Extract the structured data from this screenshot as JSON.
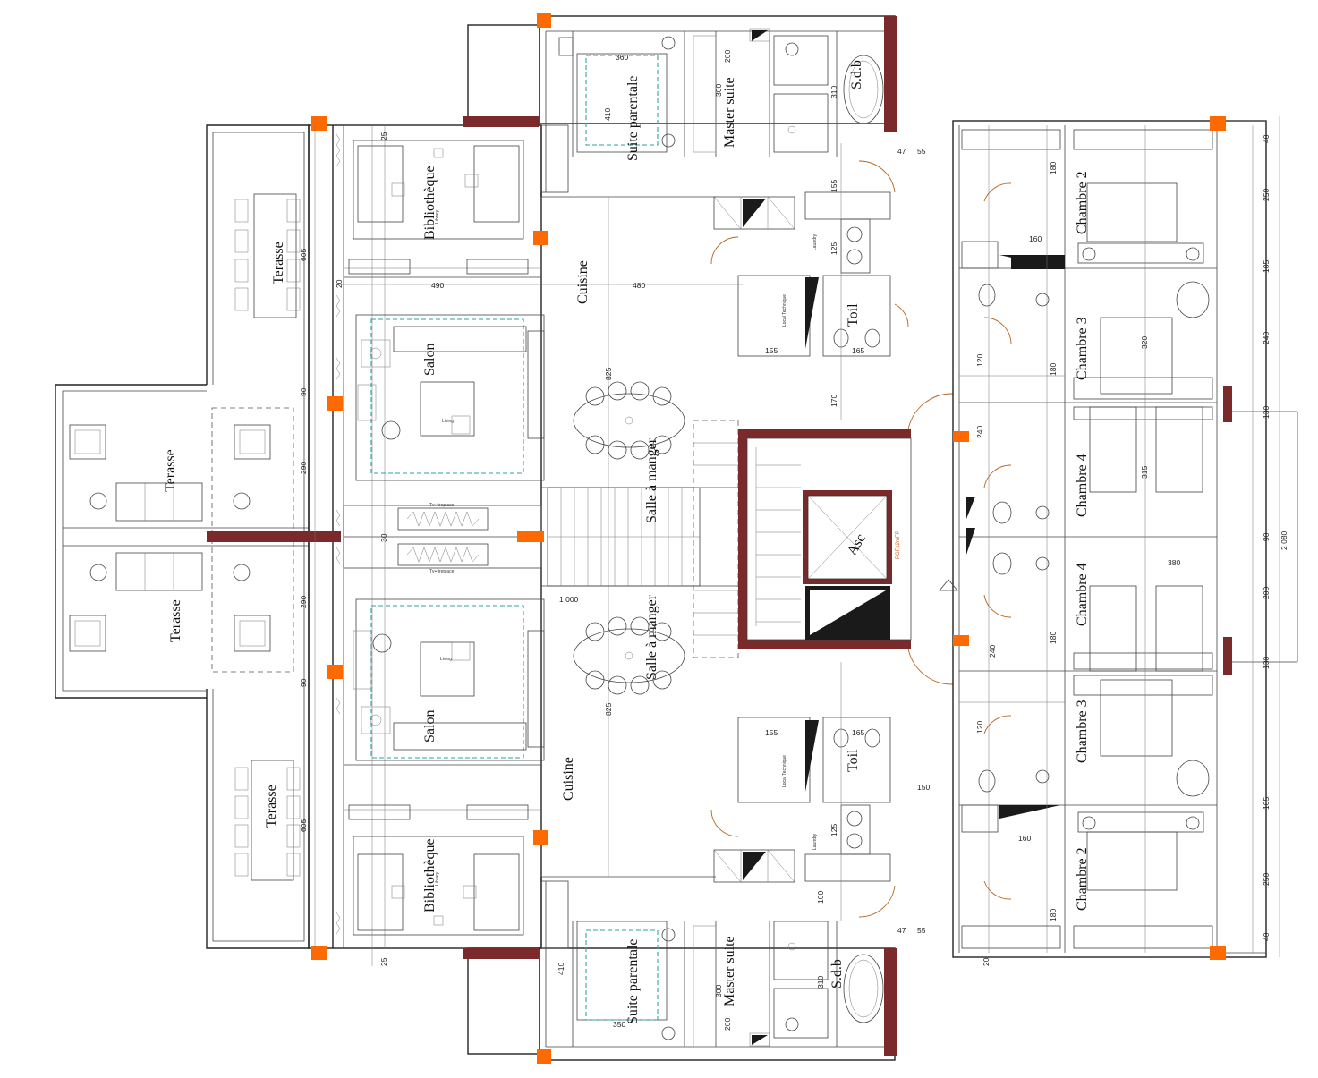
{
  "colors": {
    "column_accent": "#ff6a00",
    "wall_fill": "#7a2a2a",
    "dashed_accent": "#2aa6a6",
    "door_arc": "#b5651d"
  },
  "rooms": {
    "terasse_top": "Terasse",
    "terasse_mid_a": "Terasse",
    "terasse_mid_b": "Terasse",
    "terasse_bottom": "Terasse",
    "bibliotheque_top": "Bibliothèque",
    "bibliotheque_bottom": "Bibliothèque",
    "salon_top": "Salon",
    "salon_bottom": "Salon",
    "cuisine_top": "Cuisine",
    "cuisine_bottom": "Cuisine",
    "salle_top": "Salle à manger",
    "salle_bottom": "Salle à manger",
    "suite_top": "Suite parentale",
    "suite_bottom": "Suite parentale",
    "master_top": "Master suite",
    "master_bottom": "Master suite",
    "sdb_top": "S.d.b",
    "sdb_bottom": "S.d.b",
    "toil_top": "Toil",
    "toil_bottom": "Toil",
    "asc": "Asc",
    "chambre2_top": "Chambre 2",
    "chambre3_top": "Chambre 3",
    "chambre4_top": "Chambre 4",
    "chambre4_bottom": "Chambre 4",
    "chambre3_bottom": "Chambre 3",
    "chambre2_bottom": "Chambre 2"
  },
  "small_labels": {
    "living": "Living",
    "library": "Library",
    "tv_fireplace": "Tv+fireplace",
    "laundry": "Laundry",
    "local_technique": "Local Technique",
    "pgf": "PGF12mFP"
  },
  "dimensions": {
    "d605a": "605",
    "d490": "490",
    "d480": "480",
    "d825a": "825",
    "d1000": "1 000",
    "d825b": "825",
    "d90a": "90",
    "d290a": "290",
    "d30": "30",
    "d290b": "290",
    "d90b": "90",
    "d605b": "605",
    "d25a": "25",
    "d25b": "25",
    "d410a": "410",
    "d410b": "410",
    "d300a": "300",
    "d300b": "300",
    "d200a": "200",
    "d200b": "200",
    "d360": "360",
    "d350": "350",
    "d310a": "310",
    "d310b": "310",
    "d155a": "155",
    "d155b": "155",
    "d155c": "155",
    "d170": "170",
    "d165a": "165",
    "d165b": "165",
    "d125a": "125",
    "d125b": "125",
    "d100": "100",
    "d150": "150",
    "d160a": "160",
    "d160b": "160",
    "d180a": "180",
    "d180b": "180",
    "d180c": "180",
    "d180d": "180",
    "d120a": "120",
    "d120b": "120",
    "d240a": "240",
    "d240b": "240",
    "d320": "320",
    "d315": "315",
    "d380": "380",
    "d250a": "250",
    "d250b": "250",
    "d105a": "105",
    "d105b": "105",
    "d240c": "240",
    "d200c": "200",
    "d90c": "90",
    "d2080": "2 080",
    "d130a": "130",
    "d130b": "130",
    "d40a": "40",
    "d40b": "40",
    "d47a": "47",
    "d47b": "47",
    "d55a": "55",
    "d55b": "55",
    "d20a": "20",
    "d20b": "20"
  }
}
